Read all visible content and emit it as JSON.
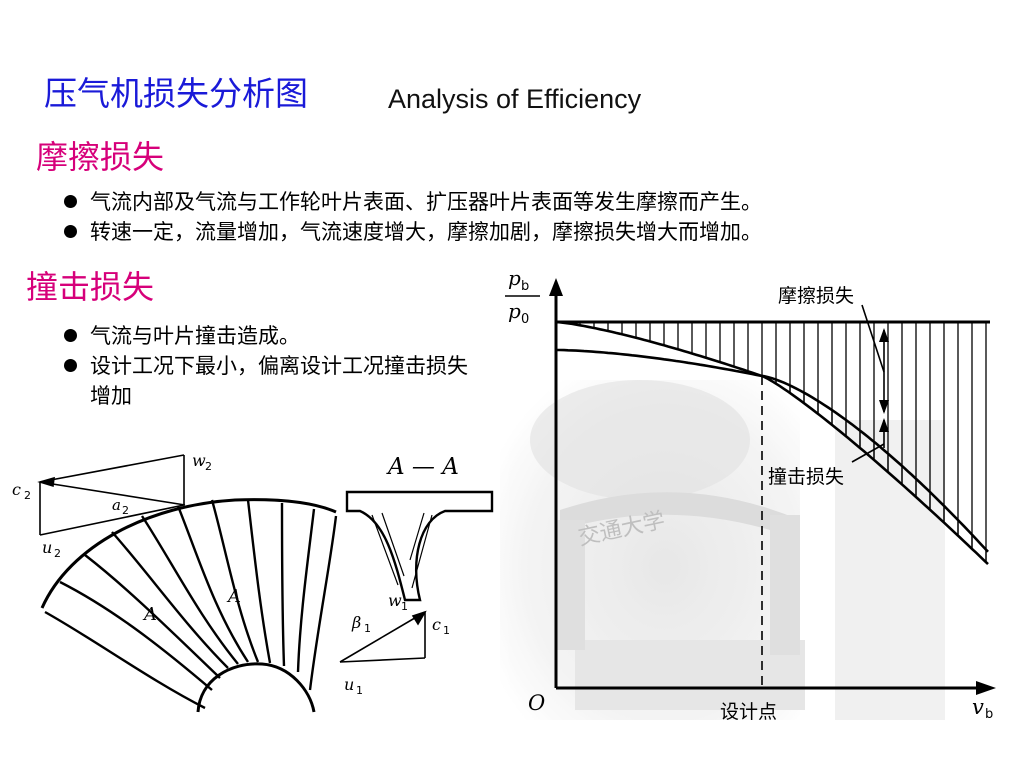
{
  "title": {
    "cn": "压气机损失分析图",
    "en": "Analysis of Efficiency"
  },
  "friction": {
    "heading": "摩擦损失",
    "bullets": [
      "气流内部及气流与工作轮叶片表面、扩压器叶片表面等发生摩擦而产生。",
      "转速一定，流量增加，气流速度增大，摩擦加剧，摩擦损失增大而增加。"
    ]
  },
  "impact": {
    "heading": "撞击损失",
    "bullets": [
      "气流与叶片撞击造成。",
      "设计工况下最小，偏离设计工况撞击损失增加"
    ]
  },
  "chart": {
    "y_label_num": "p",
    "y_label_num_sub": "b",
    "y_label_den": "p",
    "y_label_den_sub": "0",
    "origin": "O",
    "x_label": "v",
    "x_label_sub": "b",
    "design_point": "设计点",
    "friction_label": "摩擦损失",
    "impact_label": "撞击损失"
  },
  "photo_sign": "交通大学",
  "impeller": {
    "section_label": "A — A",
    "c2": "c",
    "c2_sub": "2",
    "w2": "w",
    "w2_sub": "2",
    "a2": "a",
    "a2_sub": "2",
    "u2": "u",
    "u2_sub": "2",
    "A_left": "A",
    "A_right": "A",
    "beta1": "β",
    "beta1_sub": "1",
    "w1": "w",
    "w1_sub": "1",
    "c1": "c",
    "c1_sub": "1",
    "u1": "u",
    "u1_sub": "1"
  }
}
